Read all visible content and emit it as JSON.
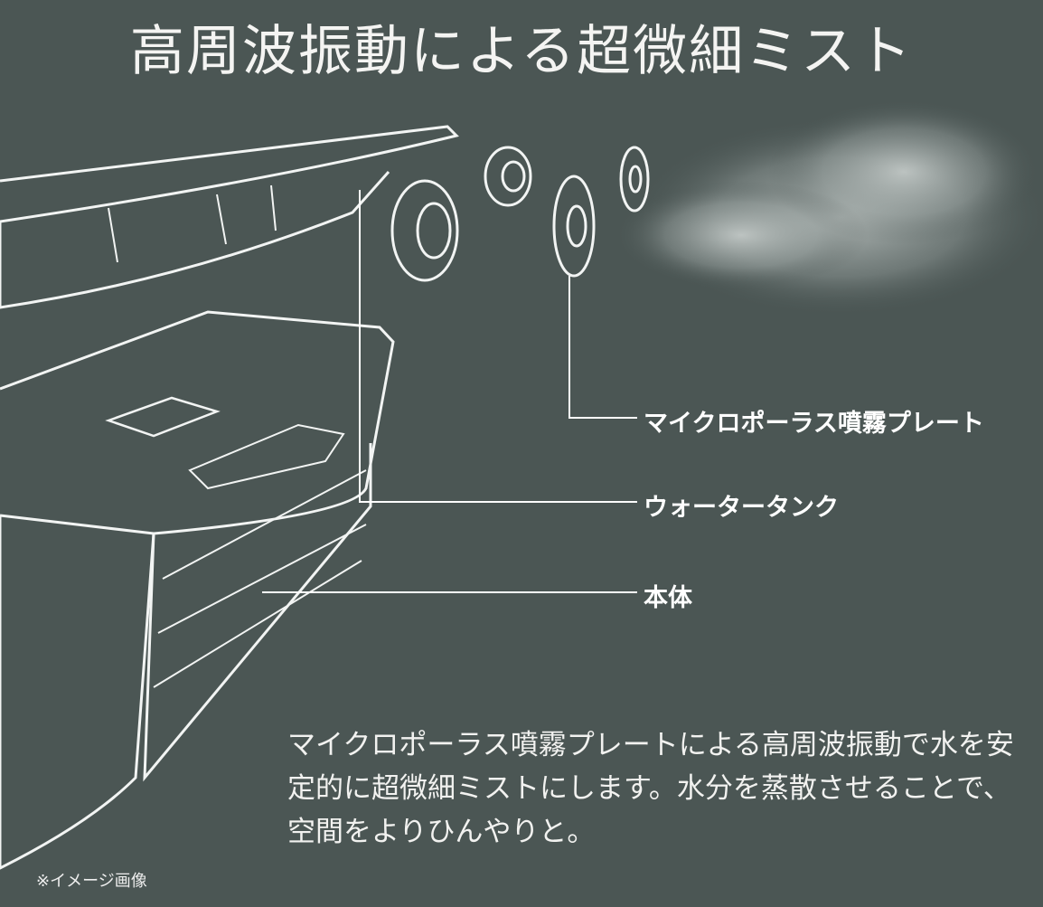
{
  "title": "高周波振動による超微細ミスト",
  "labels": {
    "plate": "マイクロポーラス噴霧プレート",
    "tank": "ウォータータンク",
    "body": "本体"
  },
  "description": "マイクロポーラス噴霧プレートによる高周波振動で水を安定的に超微細ミストにします。水分を蒸散させることで、空間をよりひんやりと。",
  "note": "※イメージ画像",
  "colors": {
    "background": "#4b5654",
    "line": "#ffffff"
  }
}
